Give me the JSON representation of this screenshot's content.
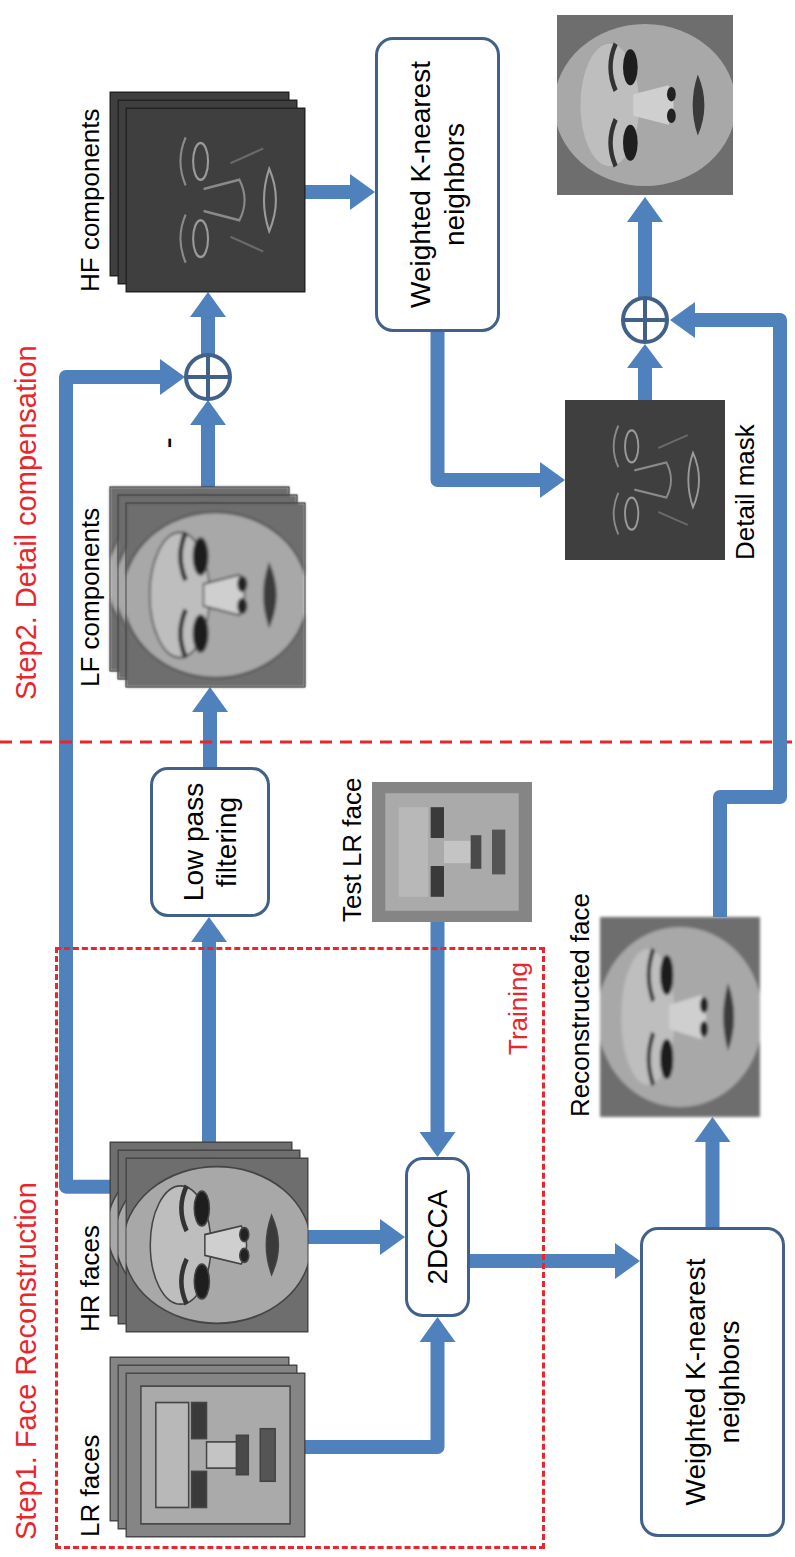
{
  "diagram": {
    "nodes": [
      {
        "text": [
          "Training"
        ]
      },
      {
        "text": [
          "LR faces"
        ],
        "in": 0
      },
      {
        "text": [
          "HR faces"
        ],
        "in": 0
      },
      {
        "text": [
          "2DCCA"
        ],
        "in": 0
      },
      {
        "text": [
          "Low pass filtering"
        ]
      },
      {
        "text": [
          "Test LR face"
        ]
      },
      {
        "text": [
          "Weighted K-nearest neighbors"
        ]
      },
      {
        "text": [
          "Reconstructed face"
        ]
      },
      {
        "text": [
          "LF components"
        ]
      },
      {
        "text": [
          "HF components"
        ]
      },
      {
        "text": [
          "Weighted K-nearest neighbors"
        ]
      },
      {
        "text": [
          "Detail mask"
        ]
      }
    ],
    "edges": [
      {
        "from": 1,
        "to": 3,
        "arrow": "to"
      },
      {
        "from": 2,
        "to": 3,
        "arrow": "to"
      },
      {
        "from": 5,
        "to": 3,
        "arrow": "to"
      },
      {
        "from": 3,
        "to": 6,
        "arrow": "to"
      },
      {
        "from": 6,
        "to": 7,
        "arrow": "to"
      },
      {
        "from": 2,
        "to": 4,
        "arrow": "to"
      },
      {
        "from": 4,
        "to": 8,
        "arrow": "to"
      },
      {
        "from": 8,
        "to": 9,
        "label": "-",
        "arrow": "to"
      },
      {
        "from": 2,
        "to": 9,
        "arrow": "to"
      },
      {
        "from": 9,
        "to": 10,
        "arrow": "to"
      },
      {
        "from": 10,
        "to": 11,
        "arrow": "to"
      }
    ],
    "labels": [
      "Step1. Face Reconstruction",
      "Step2. Detail compensation"
    ]
  }
}
